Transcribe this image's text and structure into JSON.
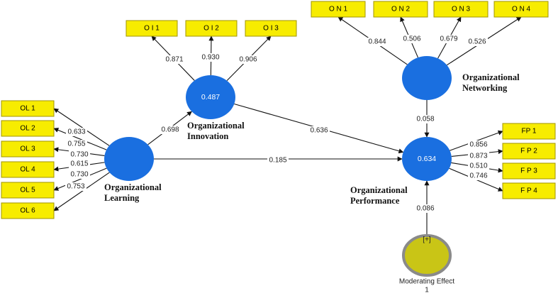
{
  "colors": {
    "construct": "#1a6fe0",
    "indicator_fill": "#f7ec00",
    "indicator_border": "#a09500",
    "moderator_fill": "#c9c516",
    "moderator_border": "#8a8a8a",
    "arrow": "#111111"
  },
  "constructs": {
    "ol": {
      "name_lines": [
        "Organizational",
        "Learning"
      ],
      "r2": ""
    },
    "oi": {
      "name_lines": [
        "Organizational",
        "Innovation"
      ],
      "r2": "0.487"
    },
    "on": {
      "name_lines": [
        "Organizational",
        "Networking"
      ],
      "r2": ""
    },
    "fp": {
      "name_lines": [
        "Organizational",
        "Performance"
      ],
      "r2": "0.634"
    }
  },
  "moderator": {
    "symbol": "[+]",
    "label_lines": [
      "Moderating Effect",
      "1"
    ]
  },
  "indicators": {
    "ol": [
      {
        "label": "OL 1",
        "loading": "0.633"
      },
      {
        "label": "OL 2",
        "loading": "0.755"
      },
      {
        "label": "OL 3",
        "loading": "0.730"
      },
      {
        "label": "OL 4",
        "loading": "0.615"
      },
      {
        "label": "OL 5",
        "loading": "0.730"
      },
      {
        "label": "OL 6",
        "loading": "0.753"
      }
    ],
    "oi": [
      {
        "label": "O I 1",
        "loading": "0.871"
      },
      {
        "label": "O I 2",
        "loading": "0.930"
      },
      {
        "label": "O I 3",
        "loading": "0.906"
      }
    ],
    "on": [
      {
        "label": "O N 1",
        "loading": "0.844"
      },
      {
        "label": "O N 2",
        "loading": "0.506"
      },
      {
        "label": "O N 3",
        "loading": "0.679"
      },
      {
        "label": "O N 4",
        "loading": "0.526"
      }
    ],
    "fp": [
      {
        "label": "FP 1",
        "loading": "0.856"
      },
      {
        "label": "F P 2",
        "loading": "0.873"
      },
      {
        "label": "F P 3",
        "loading": "0.510"
      },
      {
        "label": "F P 4",
        "loading": "0.746"
      }
    ]
  },
  "paths": {
    "ol_oi": "0.698",
    "ol_fp": "0.185",
    "oi_fp": "0.636",
    "on_fp": "0.058",
    "mod_fp": "0.086"
  }
}
